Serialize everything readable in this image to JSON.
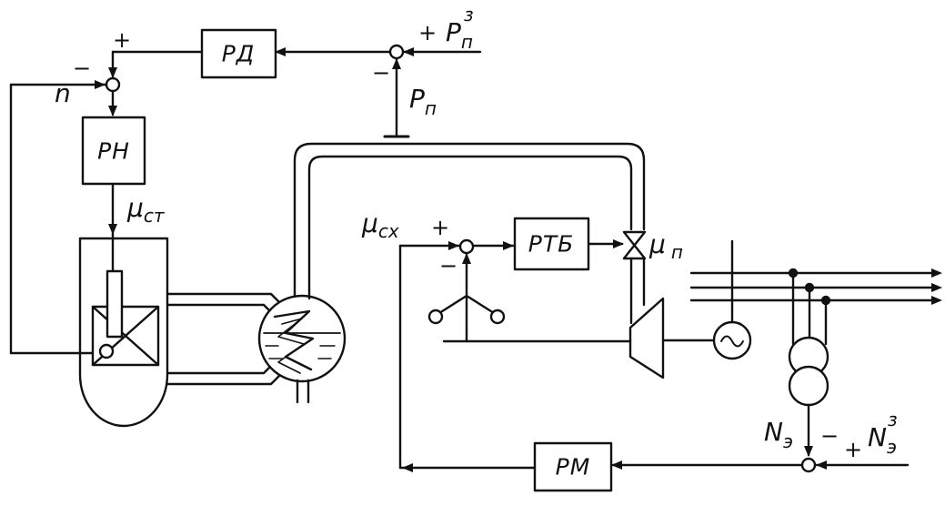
{
  "blocks": {
    "rd": "РД",
    "rn": "РН",
    "rtb": "РТБ",
    "rm": "РМ"
  },
  "signals": {
    "p_p_set": {
      "main": "P",
      "sub": "п",
      "sup": "з"
    },
    "p_p": {
      "main": "P",
      "sub": "п"
    },
    "n": "n",
    "mu_st": {
      "main": "μ",
      "sub": "ст"
    },
    "mu_sx": {
      "main": "μ",
      "sub": "сх"
    },
    "mu_p": {
      "main": "μ",
      "sub": "п"
    },
    "n_e": {
      "main": "N",
      "sub": "э"
    },
    "n_e_set": {
      "main": "N",
      "sub": "э",
      "sup": "з"
    }
  },
  "signs": {
    "plus": "+",
    "minus": "−"
  }
}
